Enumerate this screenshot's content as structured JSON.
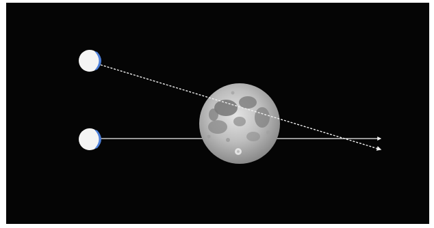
{
  "diagram": {
    "background_color": "#050505",
    "observers": [
      {
        "name": "upper-observer",
        "icon": "eye-icon",
        "sight_line": "dashed"
      },
      {
        "name": "lower-observer",
        "icon": "eye-icon",
        "sight_line": "solid"
      }
    ],
    "colors": {
      "eyeball": "#f4f4f4",
      "iris": "#4d7fd8",
      "sight_line": "#f0f0f0",
      "moon_light": "#d9d9d9",
      "moon_dark": "#6f6f6f"
    },
    "central_object": {
      "name": "moon",
      "icon": "moon-icon"
    }
  }
}
